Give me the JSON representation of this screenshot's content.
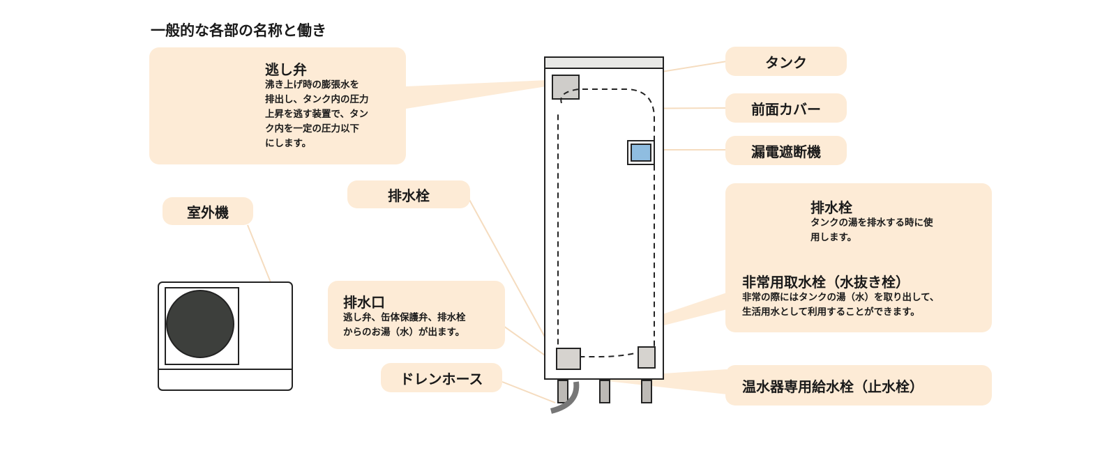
{
  "title": "一般的な各部の名称と働き",
  "callouts": {
    "relief_valve": {
      "title": "逃し弁",
      "desc_lines": [
        "沸き上げ時の膨張水を",
        "排出し、タンク内の圧力",
        "上昇を逃す装置で、タン",
        "ク内を一定の圧力以下",
        "にします。"
      ]
    },
    "outdoor_unit": {
      "title": "室外機"
    },
    "drain_plug_label": {
      "title": "排水栓"
    },
    "drain_outlet": {
      "title": "排水口",
      "desc_lines": [
        "逃し弁、缶体保護弁、排水栓",
        "からのお湯（水）が出ます。"
      ]
    },
    "drain_hose": {
      "title": "ドレンホース"
    },
    "tank": {
      "title": "タンク"
    },
    "front_cover": {
      "title": "前面カバー"
    },
    "breaker": {
      "title": "漏電遮断機"
    },
    "drain_plug_detail": {
      "title": "排水栓",
      "desc_lines": [
        "タンクの湯を排水する時に使",
        "用します。"
      ]
    },
    "emergency_tap": {
      "title": "非常用取水栓（水抜き栓）",
      "desc_lines": [
        "非常の際にはタンクの湯（水）を取り出して、",
        "生活用水として利用することができます。"
      ]
    },
    "supply_valve": {
      "title": "温水器専用給水栓（止水栓）"
    }
  },
  "colors": {
    "callout_bg": "#fdebd6",
    "leader": "#f5dcbf",
    "breaker_blue": "#8fbde0",
    "fan": "#3d3f3c"
  }
}
